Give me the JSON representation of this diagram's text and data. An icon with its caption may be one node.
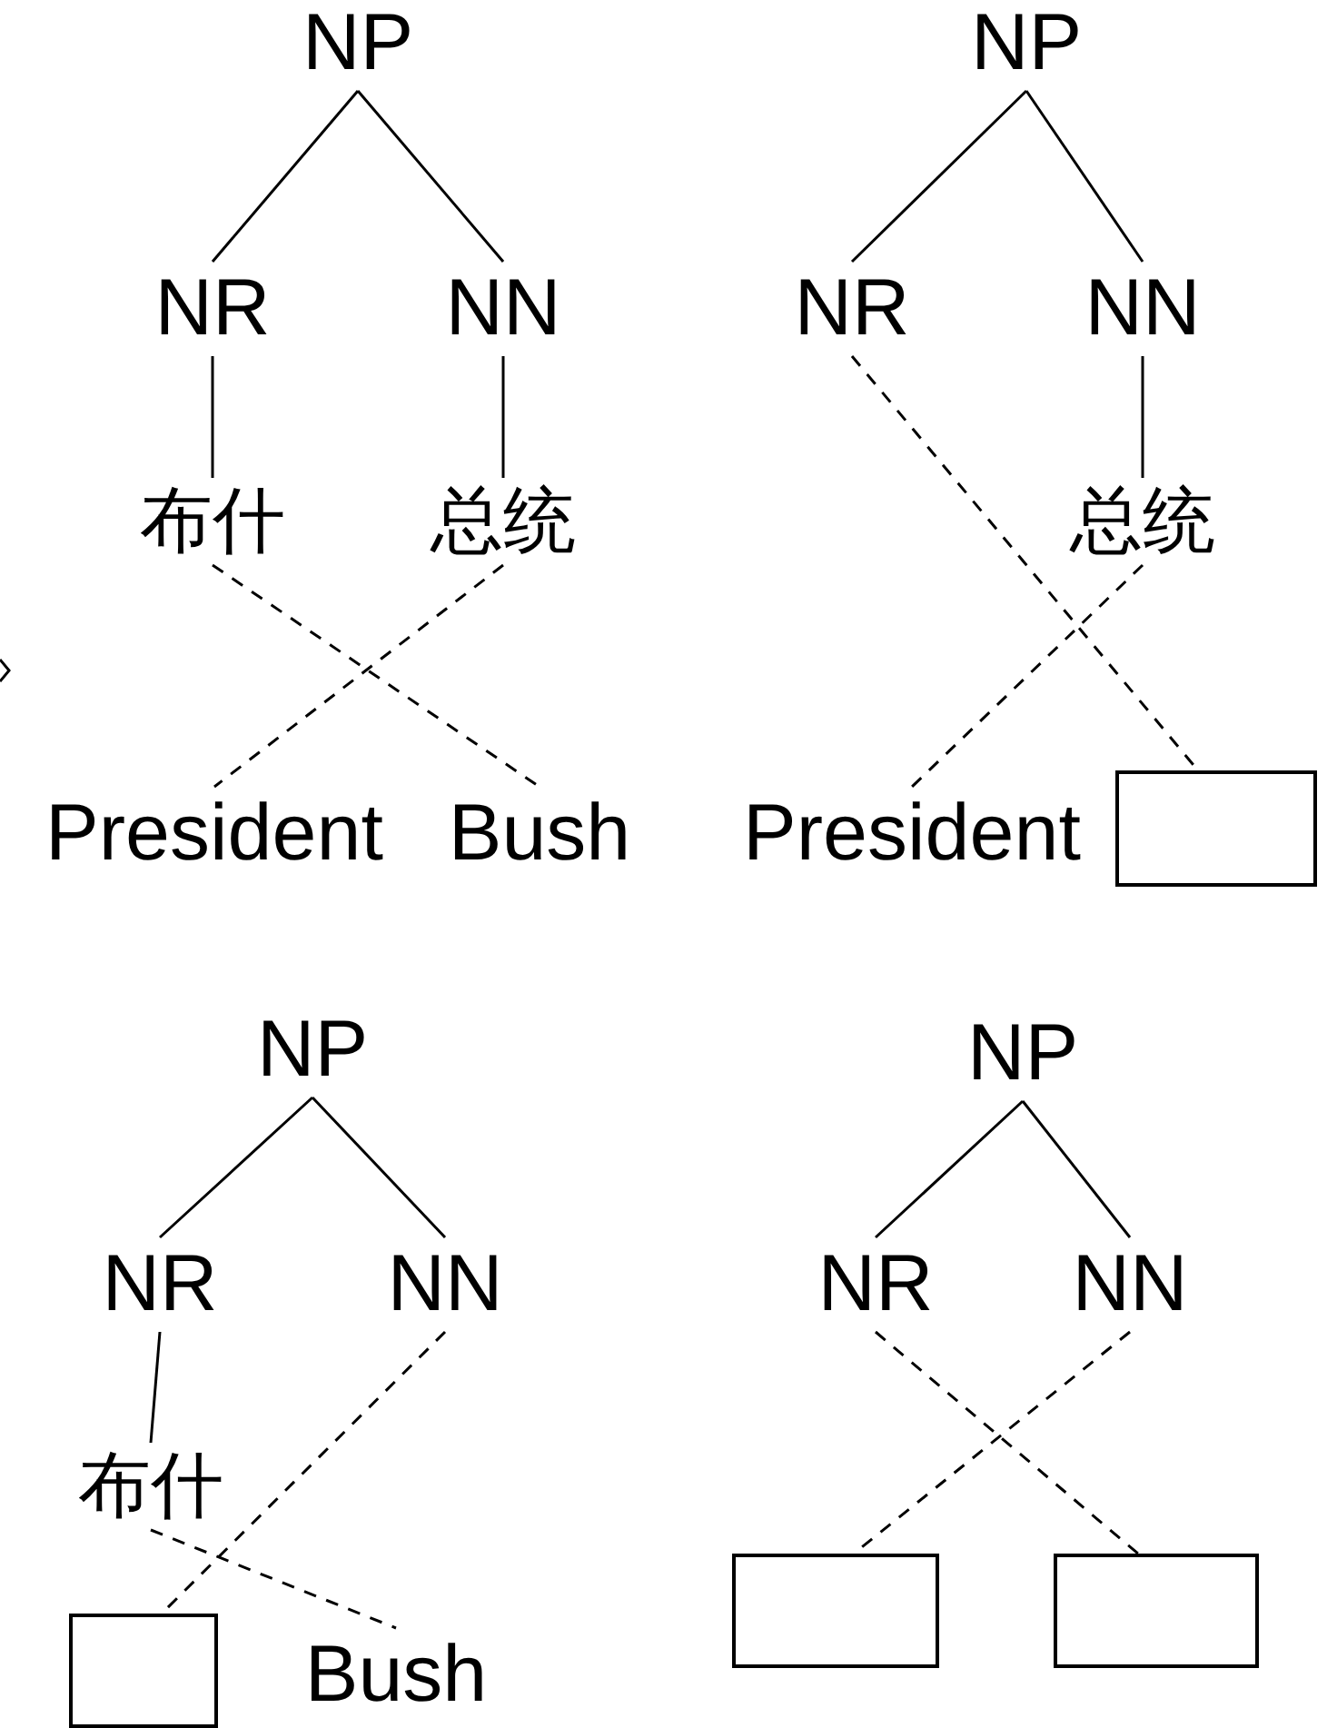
{
  "diagram": {
    "nodes": [
      {
        "text": [
          "NP"
        ]
      },
      {
        "text": [
          "NR"
        ]
      },
      {
        "text": [
          "NN"
        ]
      },
      {
        "text": [
          "布什"
        ]
      },
      {
        "text": [
          "总统"
        ]
      },
      {
        "text": [
          "President"
        ]
      },
      {
        "text": [
          "Bush"
        ]
      },
      {
        "text": [
          "NP"
        ]
      },
      {
        "text": [
          "NR"
        ]
      },
      {
        "text": [
          "NN"
        ]
      },
      {
        "text": [
          "总统"
        ]
      },
      {
        "text": [
          "President"
        ]
      },
      {
        "text": [],
        "shape": "box"
      },
      {
        "text": [
          "NP"
        ]
      },
      {
        "text": [
          "NR"
        ]
      },
      {
        "text": [
          "NN"
        ]
      },
      {
        "text": [
          "布什"
        ]
      },
      {
        "text": [],
        "shape": "box"
      },
      {
        "text": [
          "Bush"
        ]
      },
      {
        "text": [
          "NP"
        ]
      },
      {
        "text": [
          "NR"
        ]
      },
      {
        "text": [
          "NN"
        ]
      },
      {
        "text": [],
        "shape": "box"
      },
      {
        "text": [],
        "shape": "box"
      }
    ],
    "edges": [
      {
        "from": 0,
        "to": 1,
        "arrow": "none"
      },
      {
        "from": 0,
        "to": 2,
        "arrow": "none"
      },
      {
        "from": 1,
        "to": 3,
        "arrow": "none"
      },
      {
        "from": 2,
        "to": 4,
        "arrow": "none"
      },
      {
        "from": 3,
        "to": 6,
        "arrow": "none",
        "style": "dashed"
      },
      {
        "from": 4,
        "to": 5,
        "arrow": "none",
        "style": "dashed"
      },
      {
        "from": 7,
        "to": 8,
        "arrow": "none"
      },
      {
        "from": 7,
        "to": 9,
        "arrow": "none"
      },
      {
        "from": 9,
        "to": 10,
        "arrow": "none"
      },
      {
        "from": 8,
        "to": 12,
        "arrow": "none",
        "style": "dashed"
      },
      {
        "from": 10,
        "to": 11,
        "arrow": "none",
        "style": "dashed"
      },
      {
        "from": 13,
        "to": 14,
        "arrow": "none"
      },
      {
        "from": 13,
        "to": 15,
        "arrow": "none"
      },
      {
        "from": 14,
        "to": 16,
        "arrow": "none"
      },
      {
        "from": 15,
        "to": 17,
        "arrow": "none",
        "style": "dashed"
      },
      {
        "from": 16,
        "to": 18,
        "arrow": "none",
        "style": "dashed"
      },
      {
        "from": 19,
        "to": 20,
        "arrow": "none"
      },
      {
        "from": 19,
        "to": 21,
        "arrow": "none"
      },
      {
        "from": 20,
        "to": 23,
        "arrow": "none",
        "style": "dashed"
      },
      {
        "from": 21,
        "to": 22,
        "arrow": "none",
        "style": "dashed"
      }
    ]
  }
}
